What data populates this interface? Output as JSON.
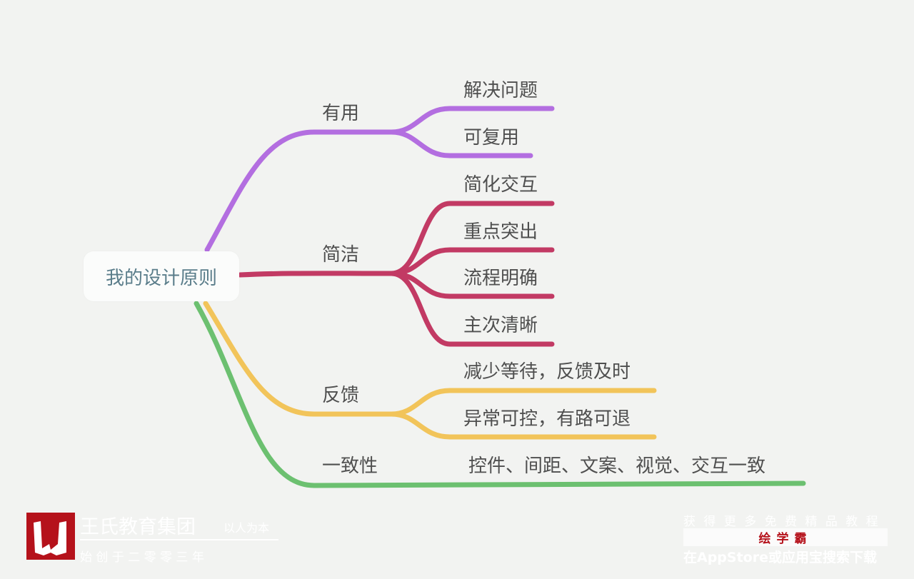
{
  "root": {
    "label": "我的设计原则"
  },
  "branches": [
    {
      "label": "有用",
      "color": "#b36ee0",
      "children": [
        "解决问题",
        "可复用"
      ]
    },
    {
      "label": "简洁",
      "color": "#c23a64",
      "children": [
        "简化交互",
        "重点突出",
        "流程明确",
        "主次清晰"
      ]
    },
    {
      "label": "反馈",
      "color": "#f2c45a",
      "children": [
        "减少等待，反馈及时",
        "异常可控，有路可退"
      ]
    },
    {
      "label": "一致性",
      "color": "#6cc070",
      "children": [
        "控件、间距、文案、视觉、交互一致"
      ]
    }
  ],
  "watermark_left": {
    "title": "王氏教育集团",
    "motto": "以人为本",
    "founded": "始 创 于 二 零 零 三 年"
  },
  "watermark_right": {
    "top": "获 得 更 多 免 费 精 品 教 程",
    "app": "绘学霸",
    "bottom": "在AppStore或应用宝搜索下载"
  }
}
